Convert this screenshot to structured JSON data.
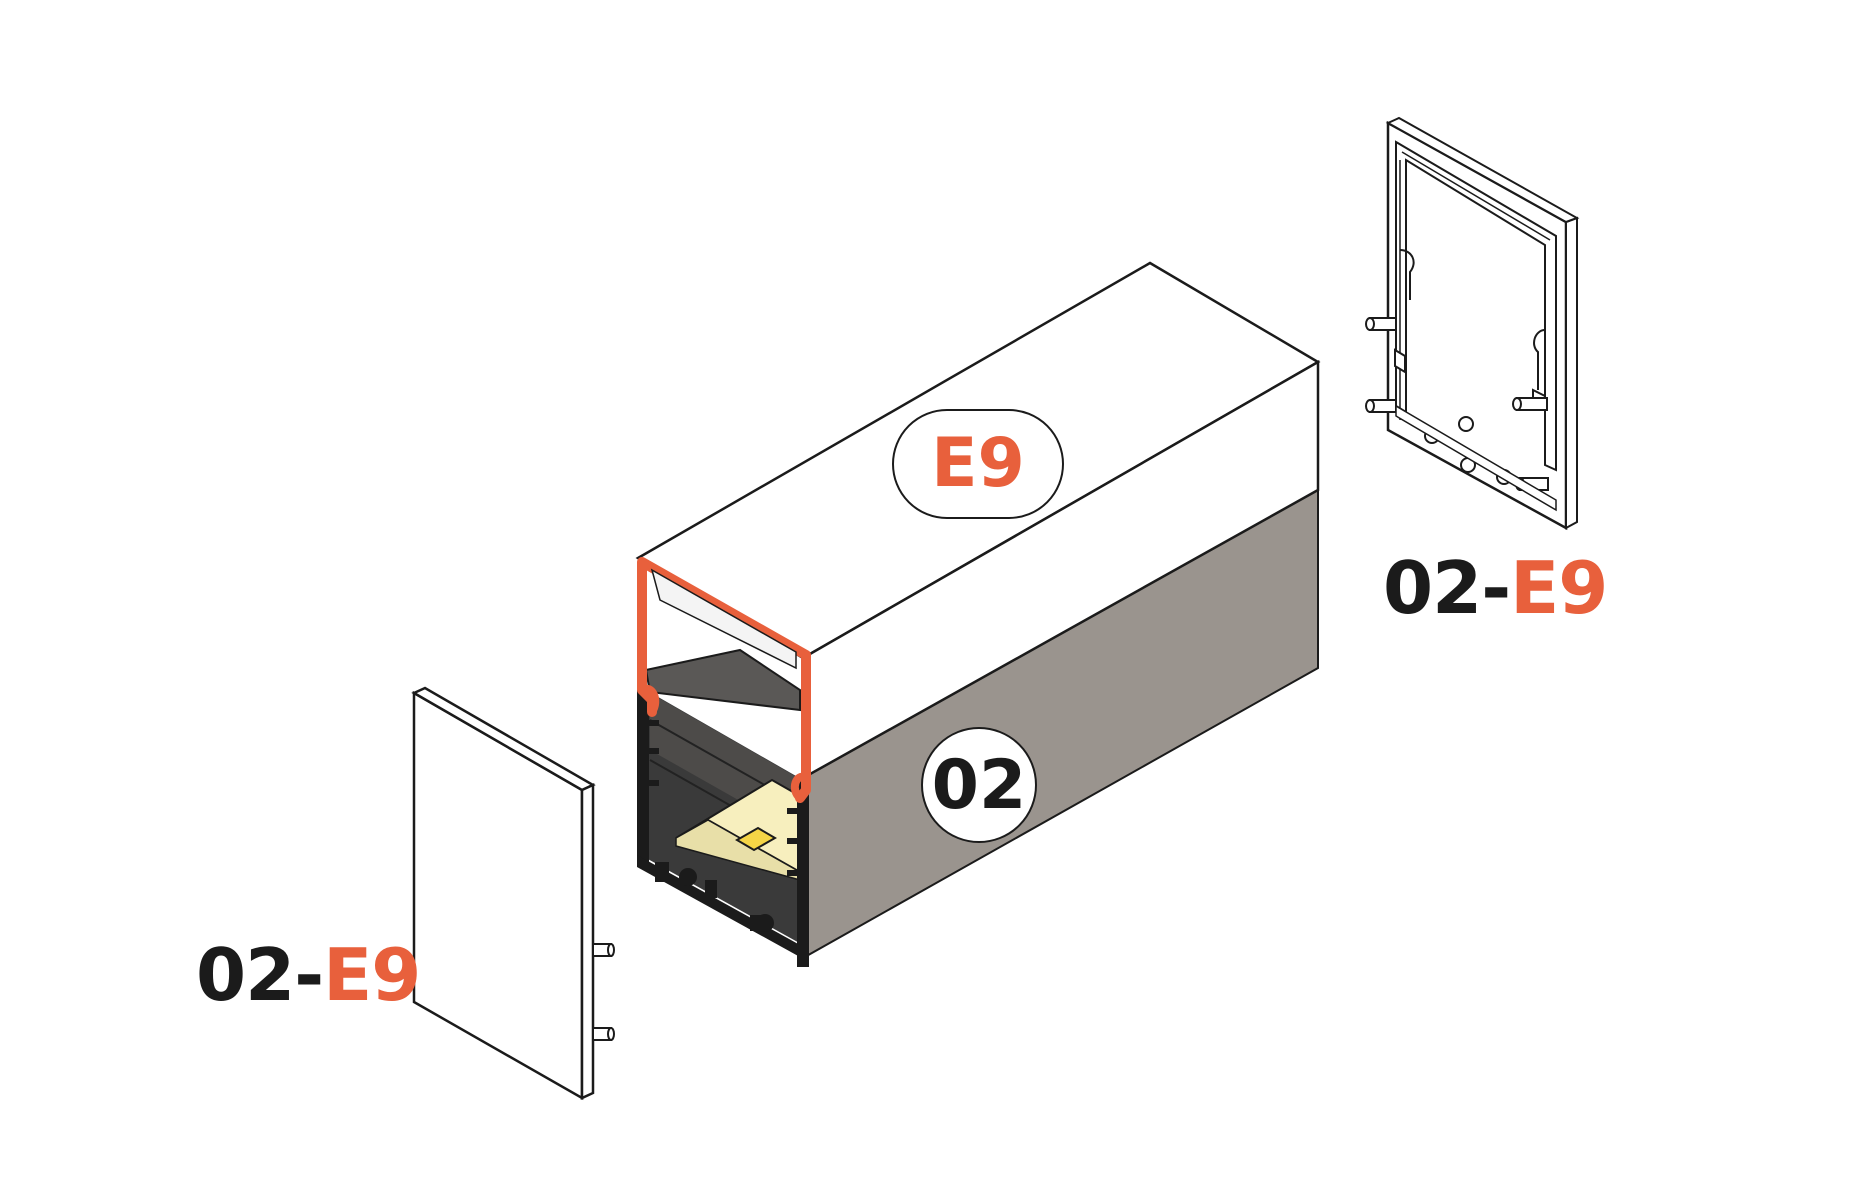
{
  "colors": {
    "accent": "#e8603c",
    "dark": "#1b1b1b",
    "profile_side": "#9a948e",
    "profile_top": "#ffffff",
    "led_strip": "#f7efbe",
    "led_chip": "#f5d546"
  },
  "badges": {
    "diffuser": "E9",
    "profile": "02"
  },
  "labels": {
    "endcap_left": {
      "prefix": "02-",
      "suffix": "E9"
    },
    "endcap_right": {
      "prefix": "02-",
      "suffix": "E9"
    }
  }
}
